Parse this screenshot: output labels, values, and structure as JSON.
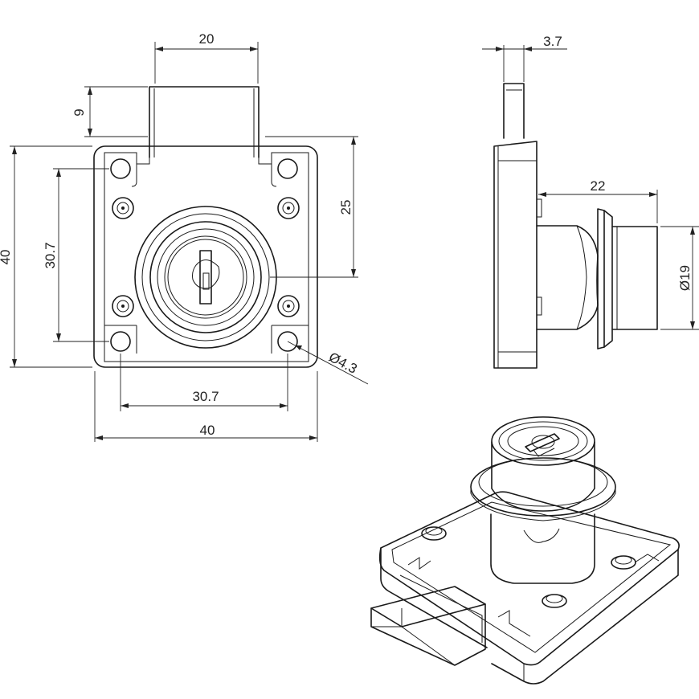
{
  "front_view": {
    "dims": {
      "bolt_width": "20",
      "bolt_protrusion": "9",
      "height_overall": "40",
      "hole_spacing_vertical": "30.7",
      "center_to_bolt_edge": "25",
      "hole_spacing_horizontal": "30.7",
      "width_overall": "40",
      "hole_diameter": "Ø4.3"
    }
  },
  "side_view": {
    "dims": {
      "bolt_thickness": "3.7",
      "cylinder_length": "22",
      "cylinder_diameter": "Ø19"
    }
  },
  "colors": {
    "line": "#1a1a1a",
    "background": "#ffffff"
  }
}
